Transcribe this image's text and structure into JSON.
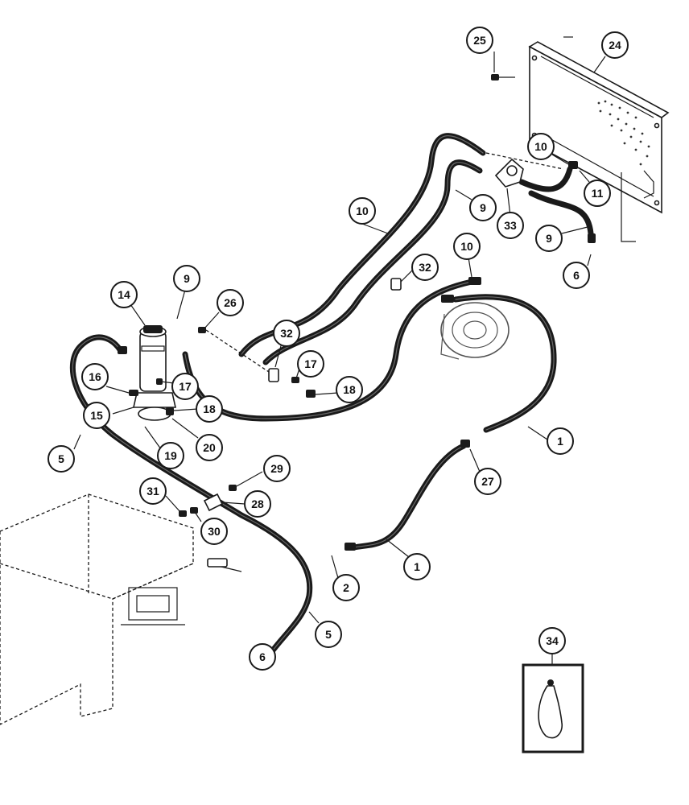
{
  "callouts": [
    {
      "key": "c25",
      "label": "25"
    },
    {
      "key": "c24",
      "label": "24"
    },
    {
      "key": "c10a",
      "label": "10"
    },
    {
      "key": "c11",
      "label": "11"
    },
    {
      "key": "c9a",
      "label": "9"
    },
    {
      "key": "c33",
      "label": "33"
    },
    {
      "key": "c9b",
      "label": "9"
    },
    {
      "key": "c6a",
      "label": "6"
    },
    {
      "key": "c10b",
      "label": "10"
    },
    {
      "key": "c10c",
      "label": "10"
    },
    {
      "key": "c32a",
      "label": "32"
    },
    {
      "key": "c14",
      "label": "14"
    },
    {
      "key": "c9c",
      "label": "9"
    },
    {
      "key": "c26",
      "label": "26"
    },
    {
      "key": "c32b",
      "label": "32"
    },
    {
      "key": "c17a",
      "label": "17"
    },
    {
      "key": "c18a",
      "label": "18"
    },
    {
      "key": "c16",
      "label": "16"
    },
    {
      "key": "c17b",
      "label": "17"
    },
    {
      "key": "c18b",
      "label": "18"
    },
    {
      "key": "c15",
      "label": "15"
    },
    {
      "key": "c20",
      "label": "20"
    },
    {
      "key": "c19",
      "label": "19"
    },
    {
      "key": "c5a",
      "label": "5"
    },
    {
      "key": "c1a",
      "label": "1"
    },
    {
      "key": "c27",
      "label": "27"
    },
    {
      "key": "c29",
      "label": "29"
    },
    {
      "key": "c31",
      "label": "31"
    },
    {
      "key": "c28",
      "label": "28"
    },
    {
      "key": "c30",
      "label": "30"
    },
    {
      "key": "c1b",
      "label": "1"
    },
    {
      "key": "c2",
      "label": "2"
    },
    {
      "key": "c5b",
      "label": "5"
    },
    {
      "key": "c6b",
      "label": "6"
    },
    {
      "key": "c34",
      "label": "34"
    }
  ]
}
